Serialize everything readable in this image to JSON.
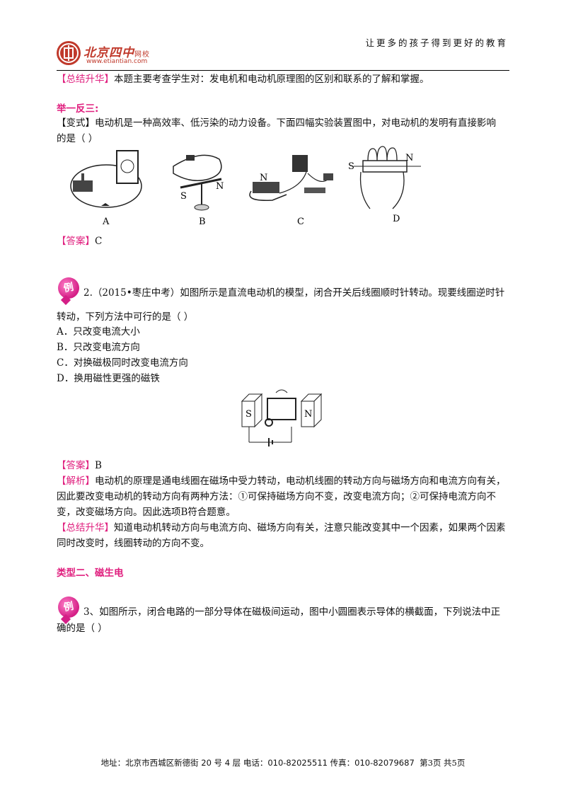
{
  "header": {
    "logo_text": "北京四中",
    "logo_sub": "网校",
    "logo_url": "www.etiantian.com",
    "slogan": "让更多的孩子得到更好的教育"
  },
  "section1": {
    "summary_tag": "【总结升华】",
    "summary_text": "本题主要考查学生对：发电机和电动机原理图的区别和联系的了解和掌握。",
    "heading": "举一反三:",
    "variant_tag": "【变式】",
    "variant_line1": "电动机是一种高效率、低污染的动力设备。下面四幅实验装置图中，对电动机的发明有直接影响",
    "variant_line2": "的是（     ）",
    "fig_labels": [
      "A",
      "B",
      "C",
      "D"
    ],
    "fig_b_poles": [
      "S",
      "N"
    ],
    "fig_c_pole": "N",
    "fig_d_poles": [
      "S",
      "N"
    ],
    "answer_tag": "【答案】",
    "answer": "C"
  },
  "example2": {
    "badge": "例",
    "line1": "2.（2015•枣庄中考）如图所示是直流电动机的模型，闭合开关后线圈顺时针转动。现要线圈逆时针",
    "line2": "转动，下列方法中可行的是（       ）",
    "options": [
      "A．只改变电流大小",
      "B．只改变电流方向",
      "C．对换磁极同时改变电流方向",
      "D．换用磁性更强的磁铁"
    ],
    "motor_poles": [
      "S",
      "N"
    ],
    "answer_tag": "【答案】",
    "answer": "B",
    "analysis_tag": "【解析】",
    "analysis_line1": "电动机的原理是通电线圈在磁场中受力转动，电动机线圈的转动方向与磁场方向和电流方向有关，",
    "analysis_line2": "因此要改变电动机的转动方向有两种方法：①可保持磁场方向不变，改变电流方向；②可保持电流方向不",
    "analysis_line3": "变，改变磁场方向。因此选项B符合题意。",
    "summary_tag": "【总结升华】",
    "summary_line1": "知道电动机转动方向与电流方向、磁场方向有关，注意只能改变其中一个因素，如果两个因素",
    "summary_line2": "同时改变时，线圈转动的方向不变。"
  },
  "type2": {
    "heading": "类型二、磁生电"
  },
  "example3": {
    "badge": "例",
    "line1": "3、如图所示，闭合电路的一部分导体在磁极间运动，图中小圆圈表示导体的横截面，下列说法中正",
    "line2": "确的是（     ）"
  },
  "footer": {
    "address": "地址：北京市西城区新德街 20 号 4 层  电话：010-82025511  传真：010-82079687",
    "page": "第3页  共5页"
  }
}
